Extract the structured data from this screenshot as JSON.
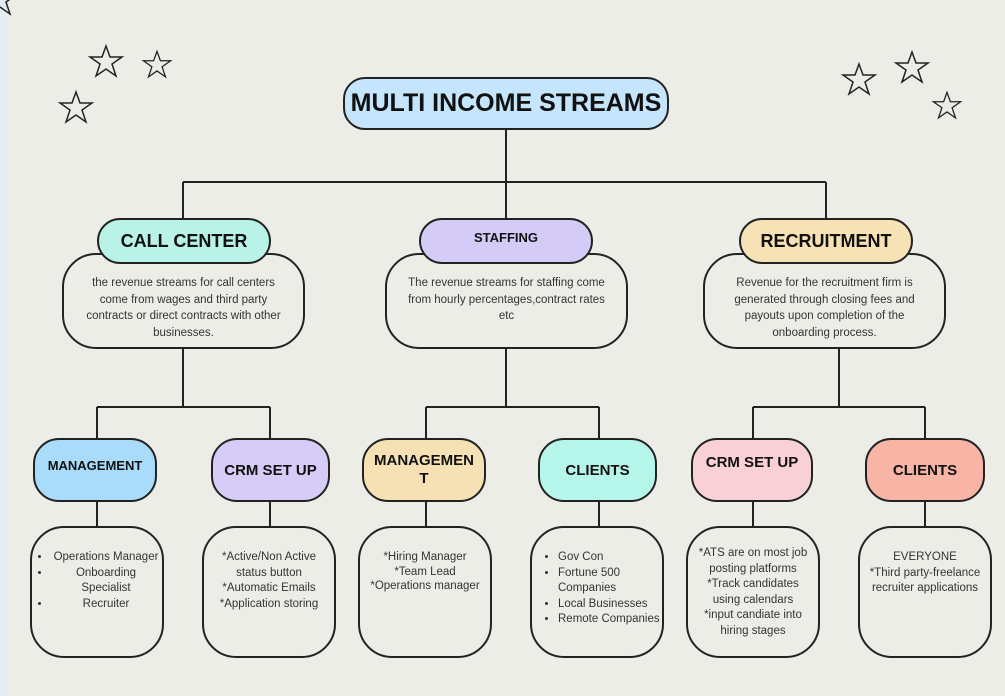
{
  "title": "MULTI INCOME STREAMS",
  "branches": [
    {
      "label": "CALL CENTER",
      "color": "#b9f2e7",
      "description": "the revenue streams for call centers come from wages and third party contracts or direct contracts with other businesses."
    },
    {
      "label": "STAFFING",
      "color": "#d4cbf7",
      "description": "The revenue streams for staffing come from hourly percentages,contract rates etc"
    },
    {
      "label": "RECRUITMENT",
      "color": "#f6e2b5",
      "description": "Revenue for the recruitment firm is generated through closing fees and payouts upon completion of the onboarding process."
    }
  ],
  "subs": [
    {
      "label": "MANAGEMENT",
      "color": "#a9dcfb",
      "items": [
        "Operations Manager",
        "Onboarding Specialist",
        "Recruiter"
      ]
    },
    {
      "label": "CRM SET UP",
      "color": "#d6ccf7",
      "lines": [
        "*Active/Non Active status button",
        "*Automatic Emails",
        "*Application storing"
      ]
    },
    {
      "label": "MANAGEMEN T",
      "color": "#f5e1b4",
      "lines": [
        "*Hiring Manager",
        "*Team Lead",
        "*Operations manager"
      ]
    },
    {
      "label": "CLIENTS",
      "color": "#b6f5e9",
      "items": [
        "Gov Con",
        "Fortune 500 Companies",
        "Local Businesses",
        "Remote Companies"
      ]
    },
    {
      "label": "CRM SET UP",
      "color": "#f8d0d6",
      "lines": [
        "*ATS are on most job posting platforms",
        "*Track candidates using calendars",
        "*input candiate into hiring stages"
      ]
    },
    {
      "label": "CLIENTS",
      "color": "#f8b4a4",
      "lines": [
        "EVERYONE",
        "*Third party-freelance recruiter applications"
      ]
    }
  ]
}
